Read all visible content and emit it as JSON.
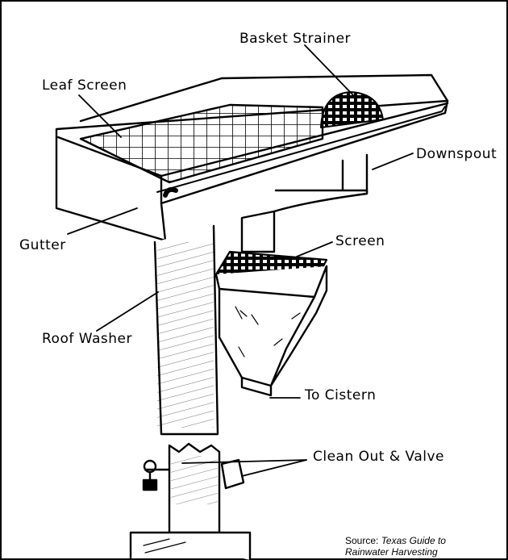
{
  "labels": {
    "basket_strainer": "Basket Strainer",
    "leaf_screen": "Leaf Screen",
    "downspout": "Downspout",
    "gutter": "Gutter",
    "screen": "Screen",
    "roof_washer": "Roof Washer",
    "to_cistern": "To Cistern",
    "clean_out_valve": "Clean Out & Valve"
  },
  "source": {
    "prefix": "Source: ",
    "title_line1": "Texas Guide to",
    "title_line2": "Rainwater Harvesting"
  }
}
